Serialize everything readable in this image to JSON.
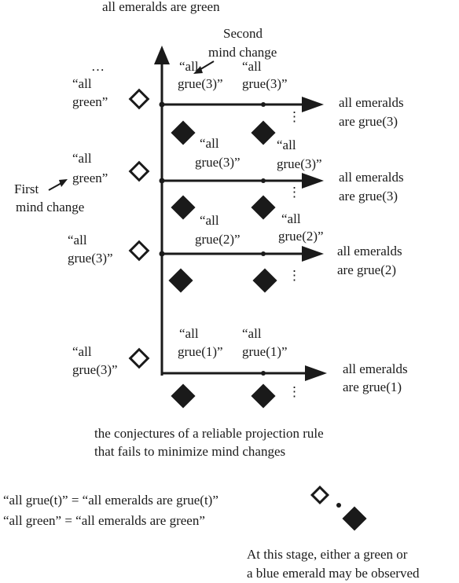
{
  "top_label": "all emeralds are green",
  "levels": [
    {
      "outcome": [
        "all emeralds",
        "are grue(3)"
      ],
      "hollow_label": [
        "“all",
        "green”"
      ],
      "conj_left": [
        "“all",
        "grue(3)”"
      ],
      "conj_right": [
        "“all",
        "grue(3)”"
      ],
      "ellipsis_top": "…"
    },
    {
      "outcome": [
        "all emeralds",
        "are grue(3)"
      ],
      "hollow_label": [
        "“all",
        "green”"
      ],
      "conj_left": [
        "“all",
        "grue(3)”"
      ],
      "conj_right": [
        "“all",
        "grue(3)”"
      ]
    },
    {
      "outcome": [
        "all emeralds",
        "are grue(2)"
      ],
      "hollow_label": [
        "“all",
        "grue(3)”"
      ],
      "conj_left": [
        "“all",
        "grue(2)”"
      ],
      "conj_right": [
        "“all",
        "grue(2)”"
      ]
    },
    {
      "outcome": [
        "all emeralds",
        "are grue(1)"
      ],
      "hollow_label": [
        "“all",
        "grue(3)”"
      ],
      "conj_left": [
        "“all",
        "grue(1)”"
      ],
      "conj_right": [
        "“all",
        "grue(1)”"
      ]
    }
  ],
  "annotations": {
    "second_mind_change": [
      "Second",
      "mind change"
    ],
    "first_mind_change": [
      "First",
      "mind change"
    ],
    "vertical_dots": "⋮"
  },
  "caption": [
    "the conjectures of a reliable projection rule",
    "that fails to minimize mind changes"
  ],
  "legend": {
    "grue_def": "“all grue(t)” = “all emeralds are grue(t)”",
    "green_def": "“all green” = “all emeralds are green”",
    "stage_note": [
      "At this stage, either a green or",
      "a blue emerald may be observed"
    ]
  },
  "colors": {
    "ink": "#1a1a1a",
    "background": "#ffffff"
  }
}
